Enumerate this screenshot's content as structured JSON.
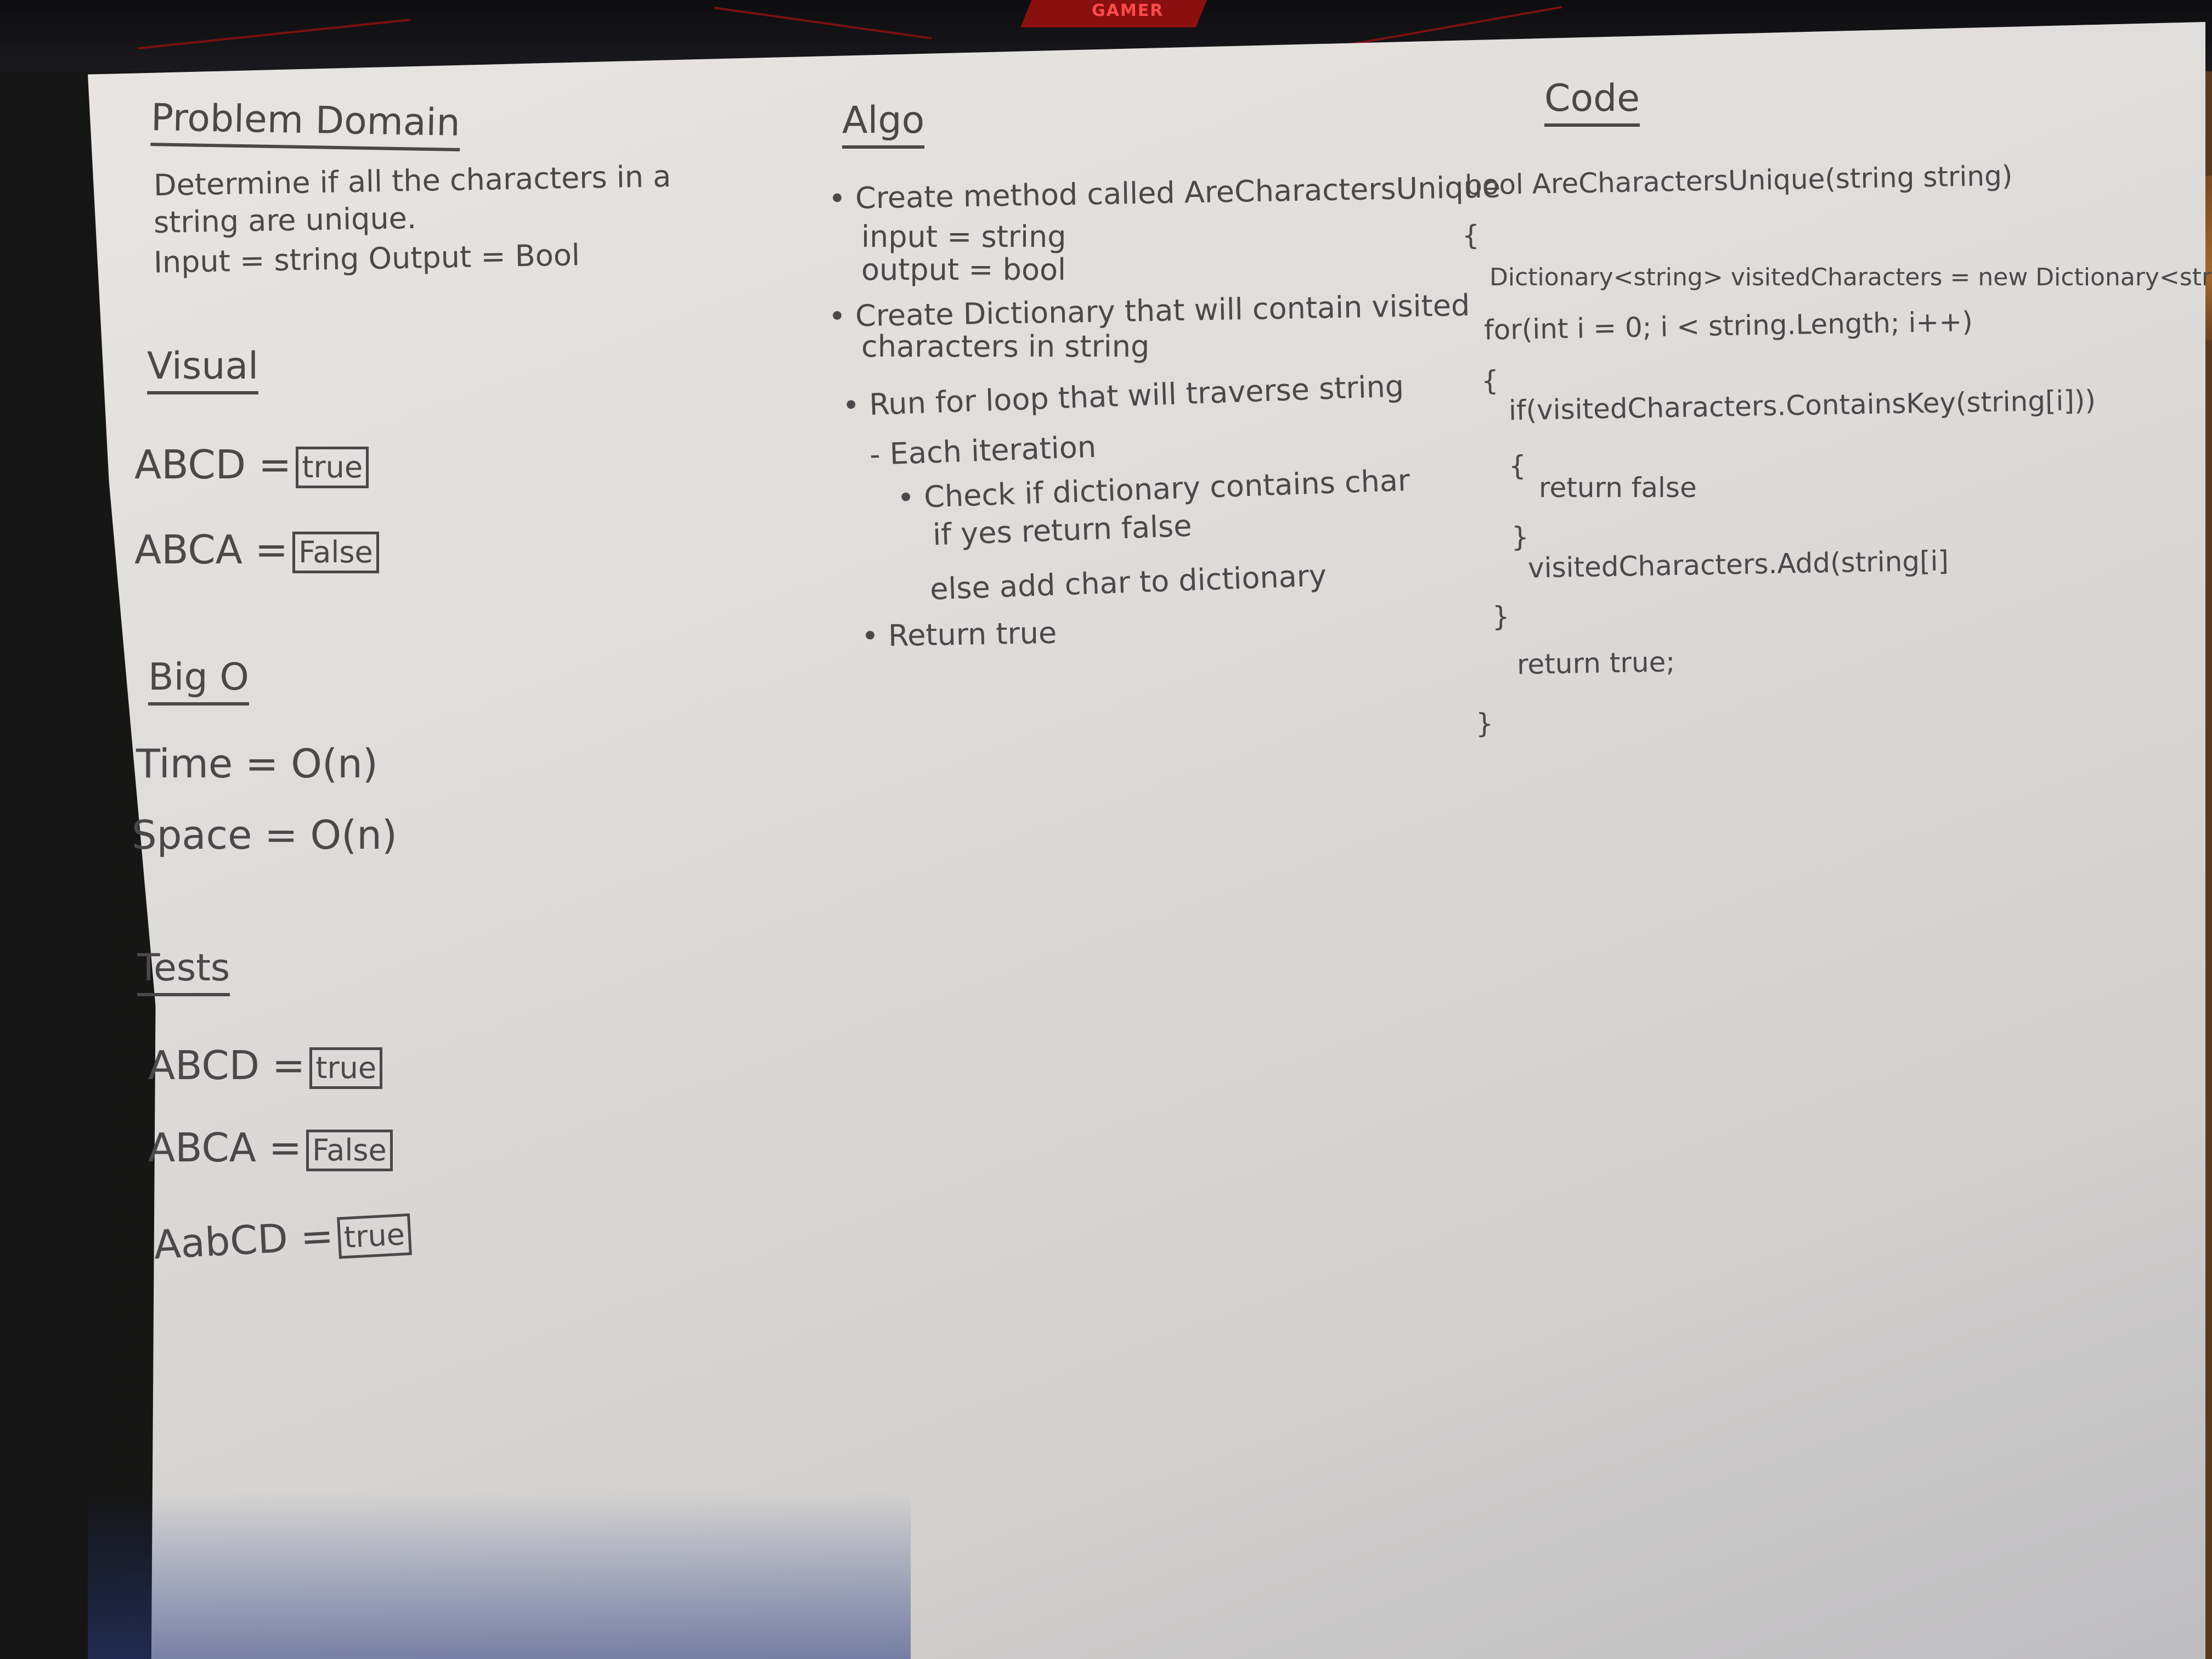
{
  "problem_domain": {
    "title": "Problem Domain",
    "lines": [
      "Determine if all the characters in a",
      "string are unique.",
      "Input = string    Output = Bool"
    ]
  },
  "visual": {
    "title": "Visual",
    "rows": [
      {
        "label": "ABCD =",
        "value": "true"
      },
      {
        "label": "ABCA =",
        "value": "False"
      }
    ]
  },
  "big_o": {
    "title": "Big O",
    "time": "Time = O(n)",
    "space": "Space = O(n)"
  },
  "tests": {
    "title": "Tests",
    "rows": [
      {
        "label": "ABCD =",
        "value": "true"
      },
      {
        "label": "ABCA =",
        "value": "False"
      },
      {
        "label": "AabCD =",
        "value": "true"
      }
    ]
  },
  "algo": {
    "title": "Algo",
    "lines": [
      "• Create method called AreCharactersUnique",
      "input = string",
      "output = bool",
      "• Create Dictionary that will contain visited",
      "characters in string",
      "• Run for loop that will traverse string",
      "- Each iteration",
      "• Check if dictionary contains char",
      "if yes return false",
      "else add char to dictionary",
      "• Return true"
    ]
  },
  "code": {
    "title": "Code",
    "lines": [
      "bool AreCharactersUnique(string string)",
      "{",
      "Dictionary<string> visitedCharacters = new Dictionary<string>();",
      "for(int i = 0; i < string.Length; i++)",
      "{",
      "if(visitedCharacters.ContainsKey(string[i]))",
      "{",
      "return false",
      "}",
      "visitedCharacters.Add(string[i]",
      "}",
      "return true;",
      "}"
    ]
  },
  "background": {
    "brand": "GAMER"
  }
}
